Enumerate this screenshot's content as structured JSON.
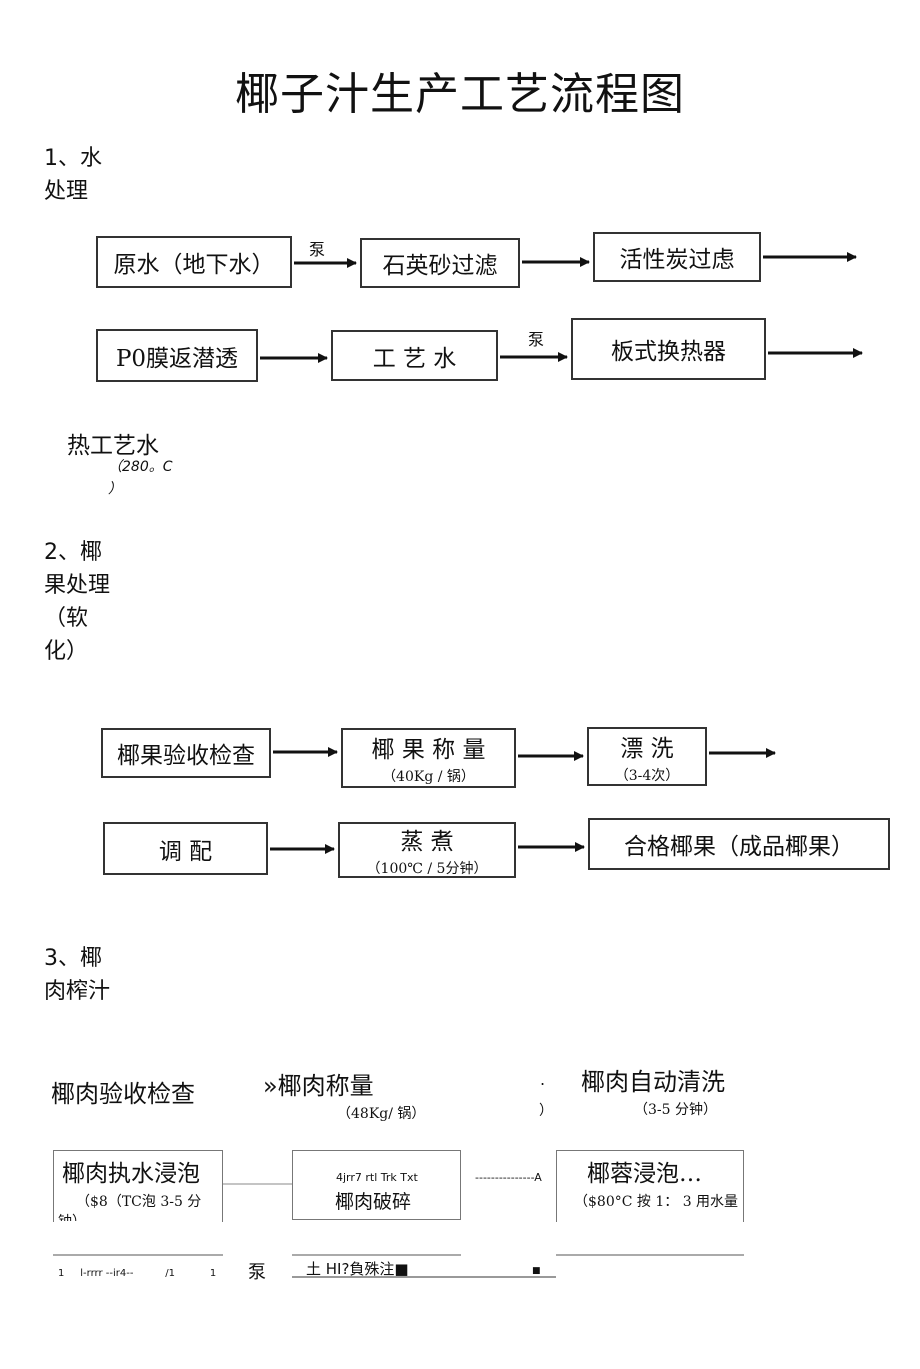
{
  "title": "椰子汁生产工艺流程图",
  "section1": {
    "heading_l1": "1、水",
    "heading_l2": "处理",
    "row1": [
      "原水（地下水）",
      "石英砂过滤",
      "活性炭过虑"
    ],
    "row2": [
      "P0膜返潜透",
      "工 艺 水",
      "板式换热器"
    ],
    "pump1": "泵",
    "pump2": "泵",
    "output_label": "热工艺水",
    "output_temp_l1": "（280。C",
    "output_temp_l2": "）"
  },
  "section2": {
    "heading_l1": "2、椰",
    "heading_l2": "果处理",
    "heading_l3": "（软",
    "heading_l4": "化）",
    "row1": [
      {
        "label": "椰果验收检查",
        "sub": ""
      },
      {
        "label": "椰 果 称 量",
        "sub": "（40Kg / 锅）"
      },
      {
        "label": "漂 洗",
        "sub": "（3-4次）"
      }
    ],
    "row2": [
      {
        "label": "调 配",
        "sub": ""
      },
      {
        "label": "蒸 煮",
        "sub": "（100℃ / 5分钟）"
      },
      {
        "label": "合格椰果（成品椰果）",
        "sub": ""
      }
    ]
  },
  "section3": {
    "heading_l1": "3、椰",
    "heading_l2": "肉榨汁",
    "step1": "椰肉验收检查",
    "step2": "»椰肉称量",
    "step2_sub": "（48Kg/ 锅）",
    "dot": ".",
    "paren": "）",
    "step3": "椰肉自动清洗",
    "step3_sub": "（3-5 分钟）",
    "step4": "椰肉执水浸泡",
    "step4_sub": "（$8（TC泡  3-5 分",
    "step4_sub2": "钟）",
    "step5_small": "4jrr7 rtl Trk Txt",
    "step5": "椰肉破碎",
    "dash_arrow": "---------------A",
    "step6": "椰蓉浸泡…",
    "step6_sub": "（$80°C 按 1： 3 用水量",
    "step6_sub2": "、",
    "bottom_left": "1     l-rrrr --ir4--          /1           1",
    "pump": "泵",
    "bottom_mid": "土 HI?負殊注■",
    "bottom_square": "■"
  }
}
